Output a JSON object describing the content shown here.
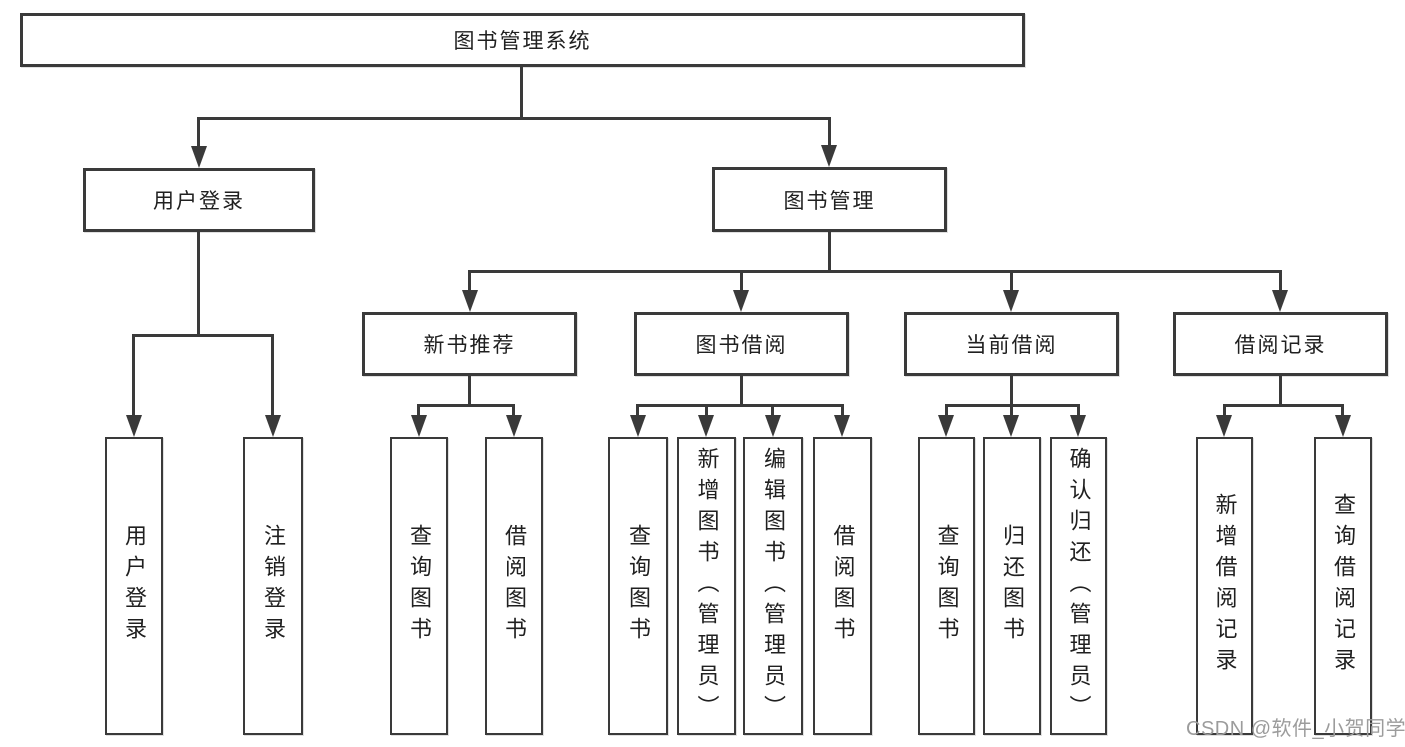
{
  "tree": {
    "label": "图书管理系统",
    "children": [
      {
        "label": "用户登录",
        "children": [
          {
            "label": "用户登录"
          },
          {
            "label": "注销登录"
          }
        ]
      },
      {
        "label": "图书管理",
        "children": [
          {
            "label": "新书推荐",
            "children": [
              {
                "label": "查询图书"
              },
              {
                "label": "借阅图书"
              }
            ]
          },
          {
            "label": "图书借阅",
            "children": [
              {
                "label": "查询图书"
              },
              {
                "label": "新增图书（管理员）"
              },
              {
                "label": "编辑图书（管理员）"
              },
              {
                "label": "借阅图书"
              }
            ]
          },
          {
            "label": "当前借阅",
            "children": [
              {
                "label": "查询图书"
              },
              {
                "label": "归还图书"
              },
              {
                "label": "确认归还（管理员）"
              }
            ]
          },
          {
            "label": "借阅记录",
            "children": [
              {
                "label": "新增借阅记录"
              },
              {
                "label": "查询借阅记录"
              }
            ]
          }
        ]
      }
    ]
  },
  "watermark": {
    "text": "CSDN @软件_小贺同学"
  },
  "colors": {
    "line": "#3a3a3a",
    "text": "#202020",
    "watermark": "#9c9c9c",
    "background": "#ffffff"
  }
}
